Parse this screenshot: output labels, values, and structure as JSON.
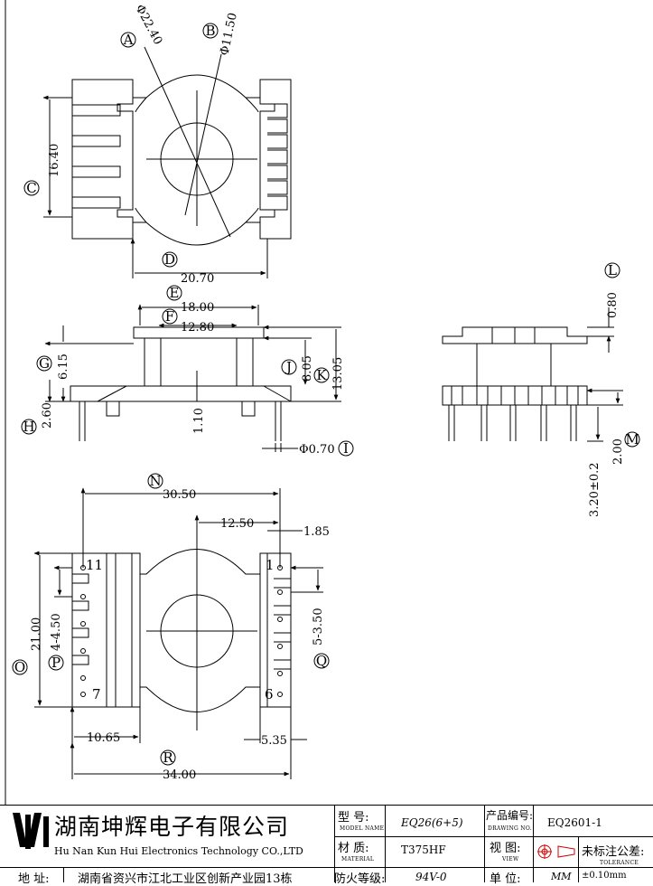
{
  "drawing": {
    "dims": {
      "d_a": "Φ22.40",
      "d_b": "Φ11.50",
      "d_c": "16.40",
      "d_d": "20.70",
      "d_e": "18.00",
      "d_f": "12.80",
      "d_g": "6.15",
      "d_h": "2.60",
      "d_i": "Φ0.70",
      "d_j": "8.05",
      "d_k": "13.05",
      "d_l": "0.80",
      "d_m": "2.00",
      "d_pin": "3.20±0.2",
      "d_n": "30.50",
      "d_o": "21.00",
      "d_p": "4-4.50",
      "d_q": "5-3.50",
      "d_r": "34.00",
      "d_1": "12.50",
      "d_2": "1.85",
      "d_3": "10.65",
      "d_4": "5.35",
      "d_5": "1.10"
    },
    "markers": {
      "a": "A",
      "b": "B",
      "c": "C",
      "d": "D",
      "e": "E",
      "f": "F",
      "g": "G",
      "h": "H",
      "i": "I",
      "j": "J",
      "k": "K",
      "l": "L",
      "m": "M",
      "n": "N",
      "o": "O",
      "p": "P",
      "q": "Q",
      "r": "R"
    },
    "pins": {
      "p1": "1",
      "p6": "6",
      "p7": "7",
      "p11": "11"
    }
  },
  "title_block": {
    "company_cn": "湖南坤辉电子有限公司",
    "company_en": "Hu Nan Kun Hui Electronics Technology CO.,LTD",
    "address_label": "地  址:",
    "address_value": "湖南省资兴市江北工业区创新产业园13栋",
    "model_label": "型  号:",
    "model_sub": "MODEL NAME",
    "model_value": "EQ26(6+5)",
    "material_label": "材  质:",
    "material_sub": "MATERIAL",
    "material_value": "T375HF",
    "fire_label": "防火等级:",
    "fire_value": "94V-0",
    "drawing_no_label": "产品编号:",
    "drawing_no_sub": "DRAWING NO.",
    "drawing_no_value": "EQ2601-1",
    "view_label": "视  图:",
    "view_sub": "VIEW",
    "unit_label": "单  位:",
    "unit_value": "MM",
    "tolerance_label": "未标注公差:",
    "tolerance_sub": "TOLERANCE",
    "tolerance_value": "±0.10mm"
  }
}
